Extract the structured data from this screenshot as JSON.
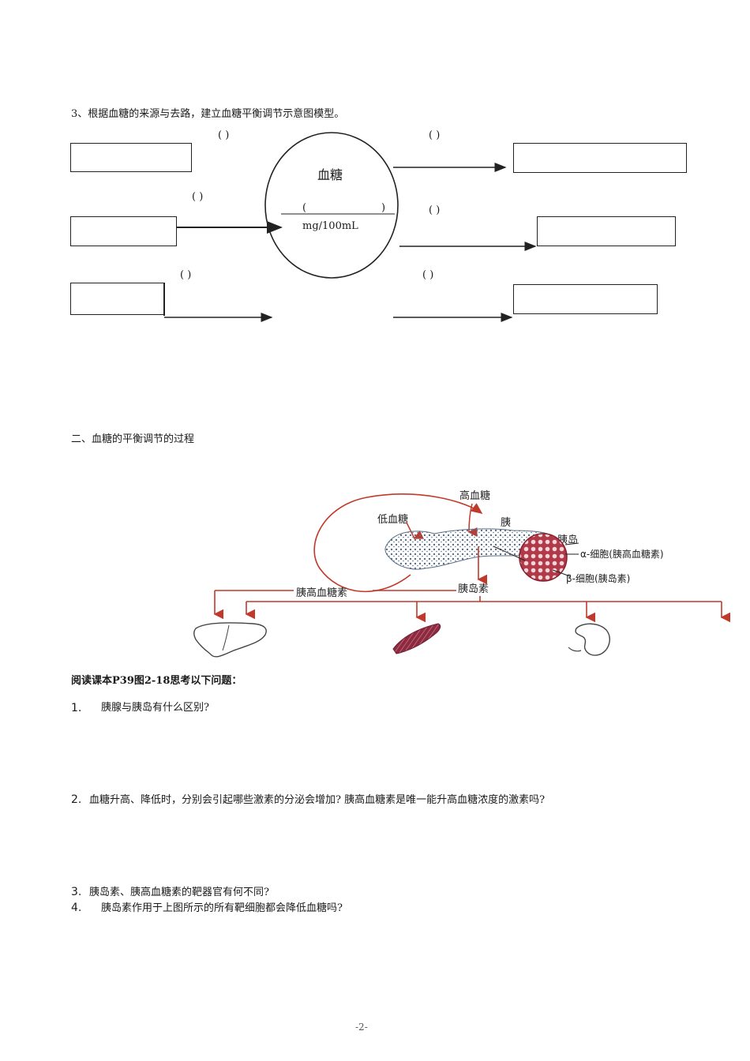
{
  "section3": {
    "heading": "3、根据血糖的来源与去路，建立血糖平衡调节示意图模型。",
    "paren": "(    )",
    "circle_title": "血糖",
    "circle_paren_open": "(",
    "circle_paren_close": ")",
    "circle_unit": "mg/100mL"
  },
  "section2": {
    "heading": "二、血糖的平衡调节的过程"
  },
  "diagram": {
    "high_glucose": "高血糖",
    "low_glucose": "低血糖",
    "pancreas": "胰",
    "islet": "胰岛",
    "alpha_cell": "α-细胞(胰高血糖素)",
    "beta_cell": "β-细胞(胰岛素)",
    "glucagon": "胰高血糖素",
    "insulin": "胰岛素"
  },
  "questions": {
    "prompt": "阅读课本P39图2-18思考以下问题：",
    "items": [
      {
        "num": "1.",
        "text": "胰腺与胰岛有什么区别?"
      },
      {
        "num": "2.",
        "text": "血糖升高、降低时，分别会引起哪些激素的分泌会增加? 胰高血糖素是唯一能升高血糖浓度的激素吗?"
      },
      {
        "num": "3.",
        "text": "胰岛素、胰高血糖素的靶器官有何不同?"
      },
      {
        "num": "4.",
        "text": "胰岛素作用于上图所示的所有靶细胞都会降低血糖吗?"
      }
    ]
  },
  "footer": {
    "page_number": "-2-"
  }
}
